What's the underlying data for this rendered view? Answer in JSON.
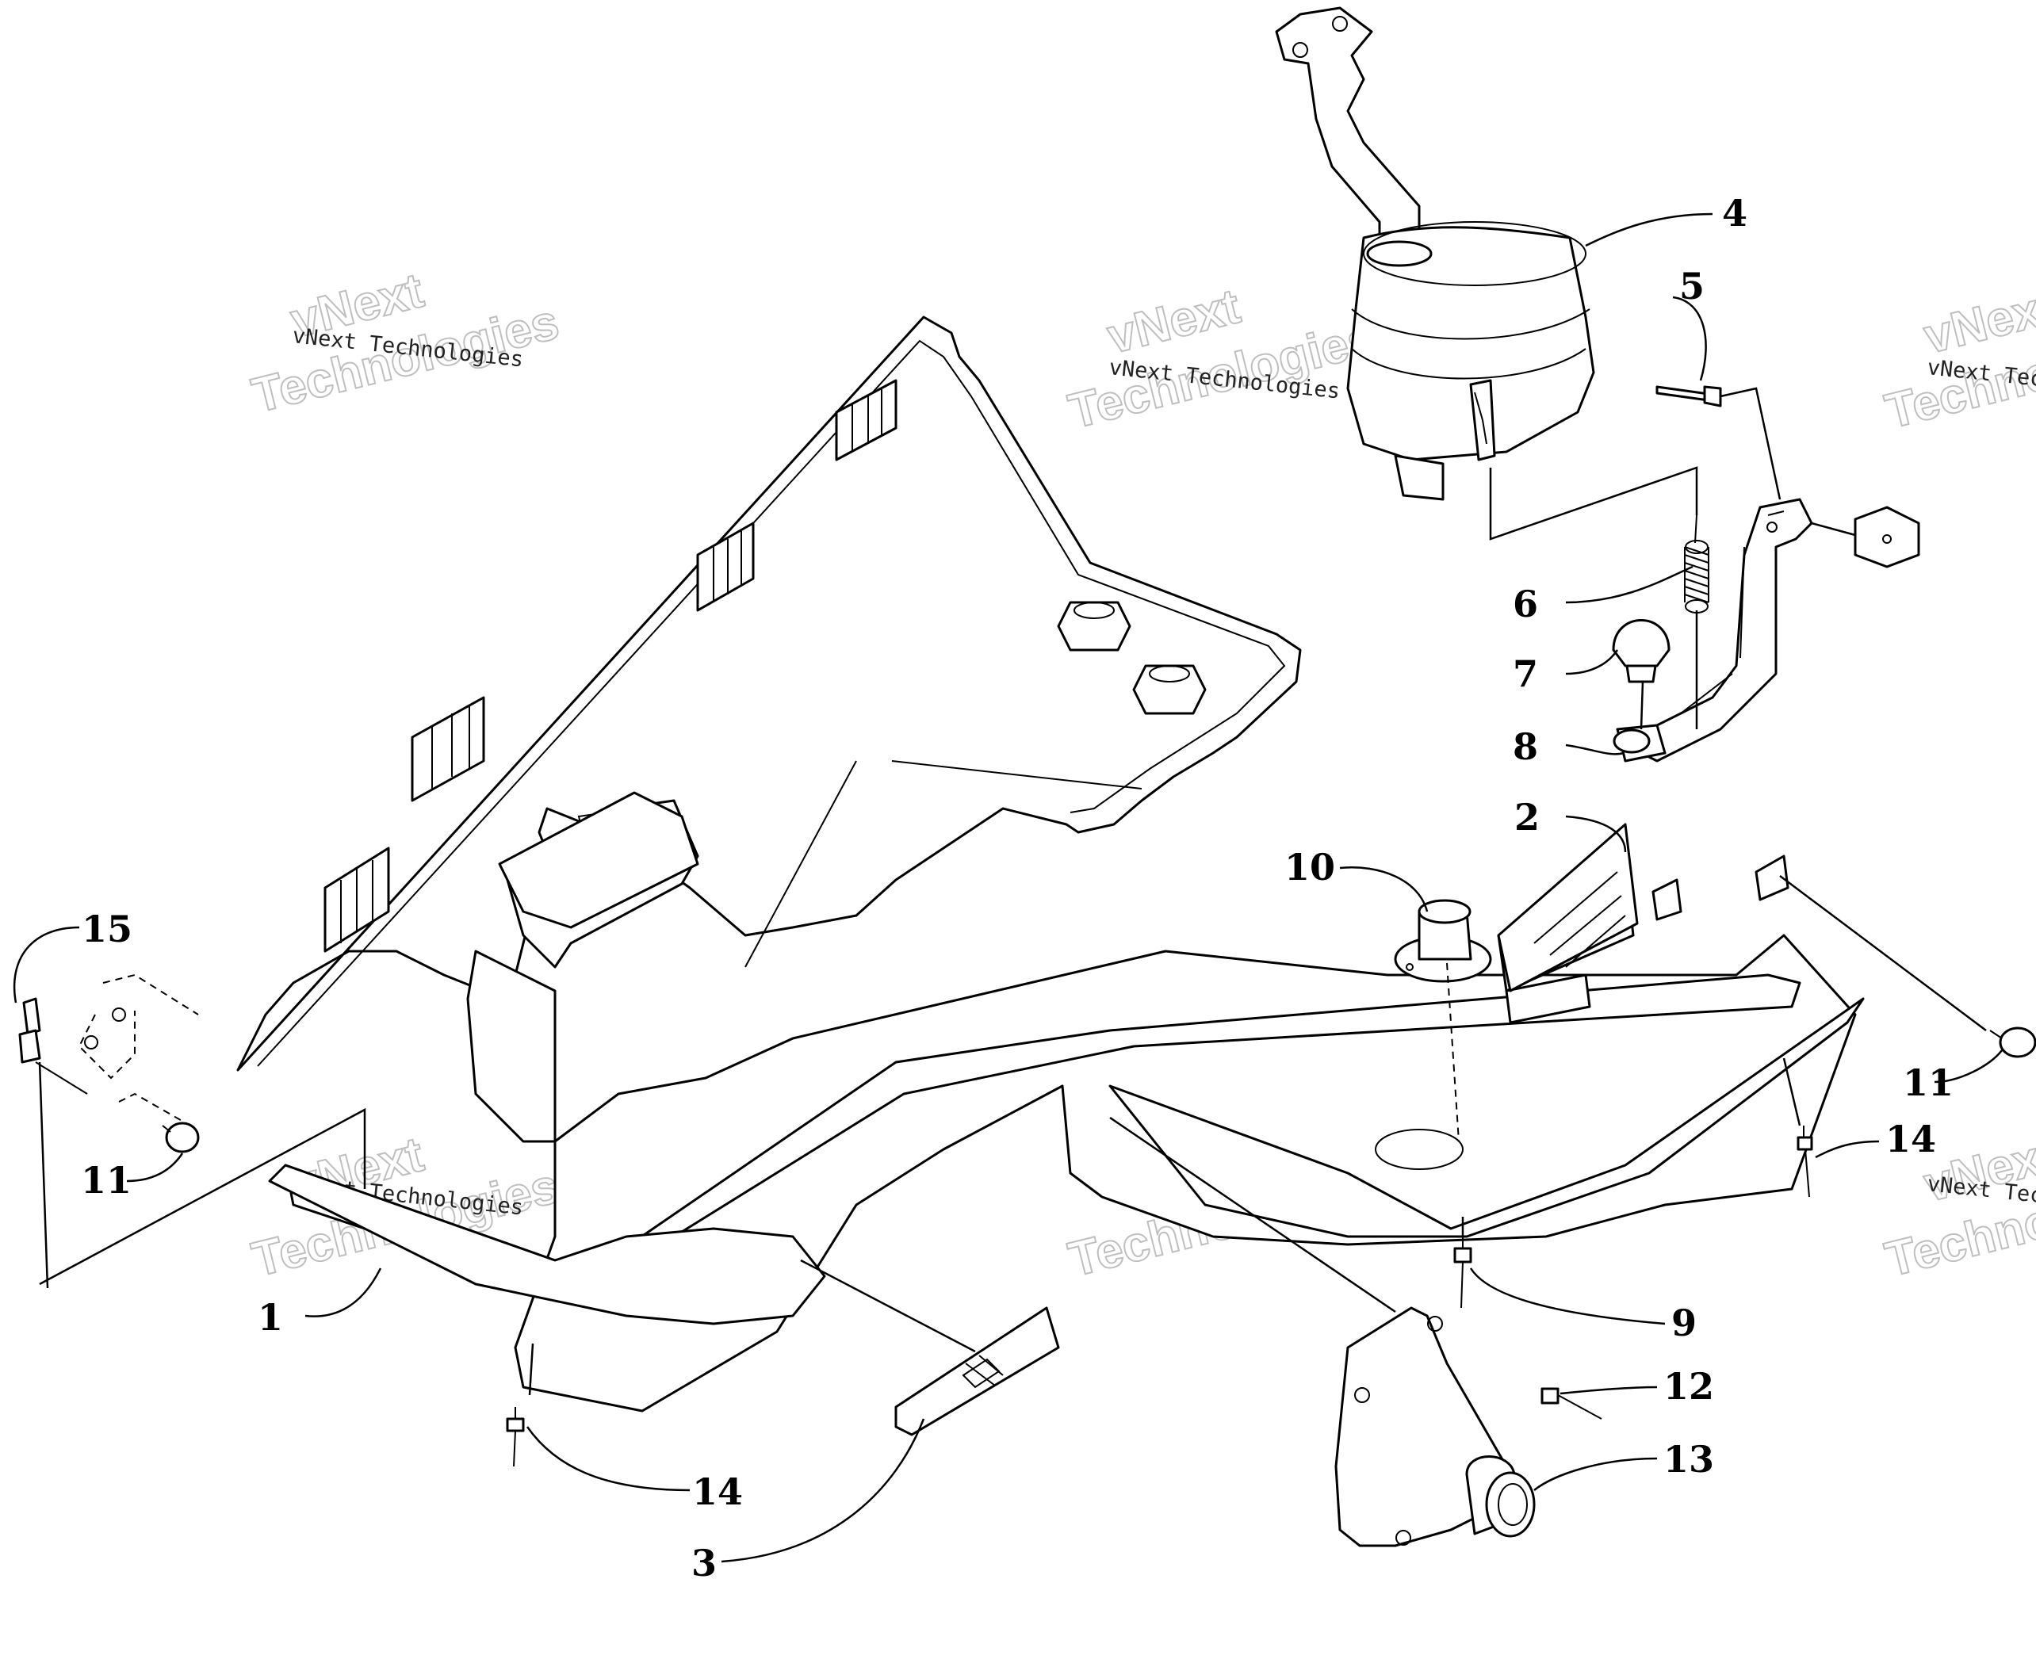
{
  "diagram": {
    "callouts": [
      {
        "id": "c1",
        "label": "1"
      },
      {
        "id": "c2",
        "label": "2"
      },
      {
        "id": "c3",
        "label": "3"
      },
      {
        "id": "c4",
        "label": "4"
      },
      {
        "id": "c5",
        "label": "5"
      },
      {
        "id": "c6",
        "label": "6"
      },
      {
        "id": "c7",
        "label": "7"
      },
      {
        "id": "c8",
        "label": "8"
      },
      {
        "id": "c9",
        "label": "9"
      },
      {
        "id": "c10",
        "label": "10"
      },
      {
        "id": "c11a",
        "label": "11"
      },
      {
        "id": "c11b",
        "label": "11"
      },
      {
        "id": "c12",
        "label": "12"
      },
      {
        "id": "c13",
        "label": "13"
      },
      {
        "id": "c14a",
        "label": "14"
      },
      {
        "id": "c14b",
        "label": "14"
      },
      {
        "id": "c15",
        "label": "15"
      }
    ]
  },
  "watermark": {
    "brand": "vNext",
    "company": "vNext Technologies",
    "word": "Technologies"
  }
}
